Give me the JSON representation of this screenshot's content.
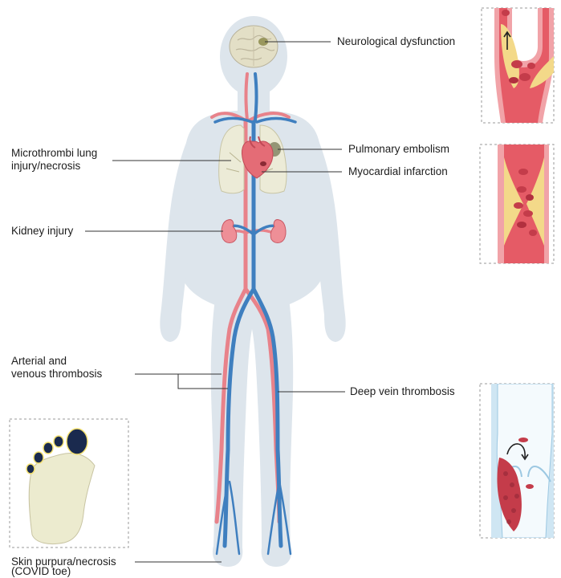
{
  "labels": {
    "neurological": "Neurological dysfunction",
    "pulmonary_embolism": "Pulmonary embolism",
    "myocardial_infarction": "Myocardial infarction",
    "microthrombi_line1": "Microthrombi lung",
    "microthrombi_line2": "injury/necrosis",
    "kidney": "Kidney injury",
    "arterial_line1": "Arterial and",
    "arterial_line2": "venous thrombosis",
    "dvt": "Deep vein thrombosis",
    "skin_line1": "Skin purpura/necrosis",
    "skin_line2": "(COVID toe)"
  },
  "colors": {
    "body_silhouette": "#dde5ec",
    "artery": "#e8828a",
    "vein": "#3f7fbf",
    "organ_red": "#e46c76",
    "lung_fill": "#ecebd7",
    "brain_fill": "#e3dfc6",
    "plaque": "#f3d989",
    "clot": "#c43c4a",
    "toe_necrosis": "#1a2a4e",
    "foot_fill": "#ecebcf",
    "callout_border": "#9a9a9a"
  }
}
